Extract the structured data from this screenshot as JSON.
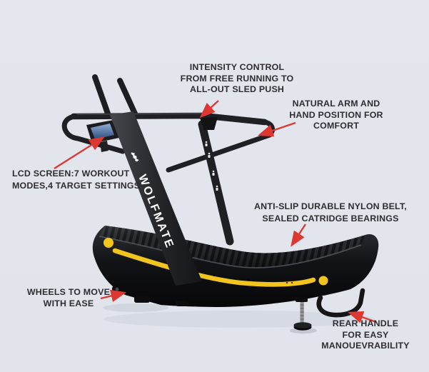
{
  "colors": {
    "bg": "#e3e6ed",
    "text": "#2e2e31",
    "arrow": "#dc3731",
    "accent_yellow": "#f2c51e",
    "machine_dark": "#17181b",
    "lcd_screen_blue": "#476da6"
  },
  "brand": {
    "name": "WOLFMATE"
  },
  "callouts": [
    {
      "id": "intensity-control",
      "lines": [
        "INTENSITY CONTROL",
        "FROM FREE RUNNING TO",
        "ALL-OUT SLED PUSH"
      ]
    },
    {
      "id": "arm-position",
      "lines": [
        "NATURAL ARM AND",
        "HAND POSITION FOR",
        "COMFORT"
      ]
    },
    {
      "id": "lcd-screen",
      "lines": [
        "LCD SCREEN:7 WORKOUT",
        "MODES,4 TARGET SETTINGS"
      ]
    },
    {
      "id": "belt",
      "lines": [
        "ANTI-SLIP DURABLE NYLON BELT,",
        "SEALED CATRIDGE BEARINGS"
      ]
    },
    {
      "id": "wheels",
      "lines": [
        "WHEELS TO MOVE",
        "WITH EASE"
      ]
    },
    {
      "id": "rear-handle",
      "lines": [
        "REAR HANDLE",
        "FOR EASY",
        "MANOUEVRABILITY"
      ]
    }
  ]
}
